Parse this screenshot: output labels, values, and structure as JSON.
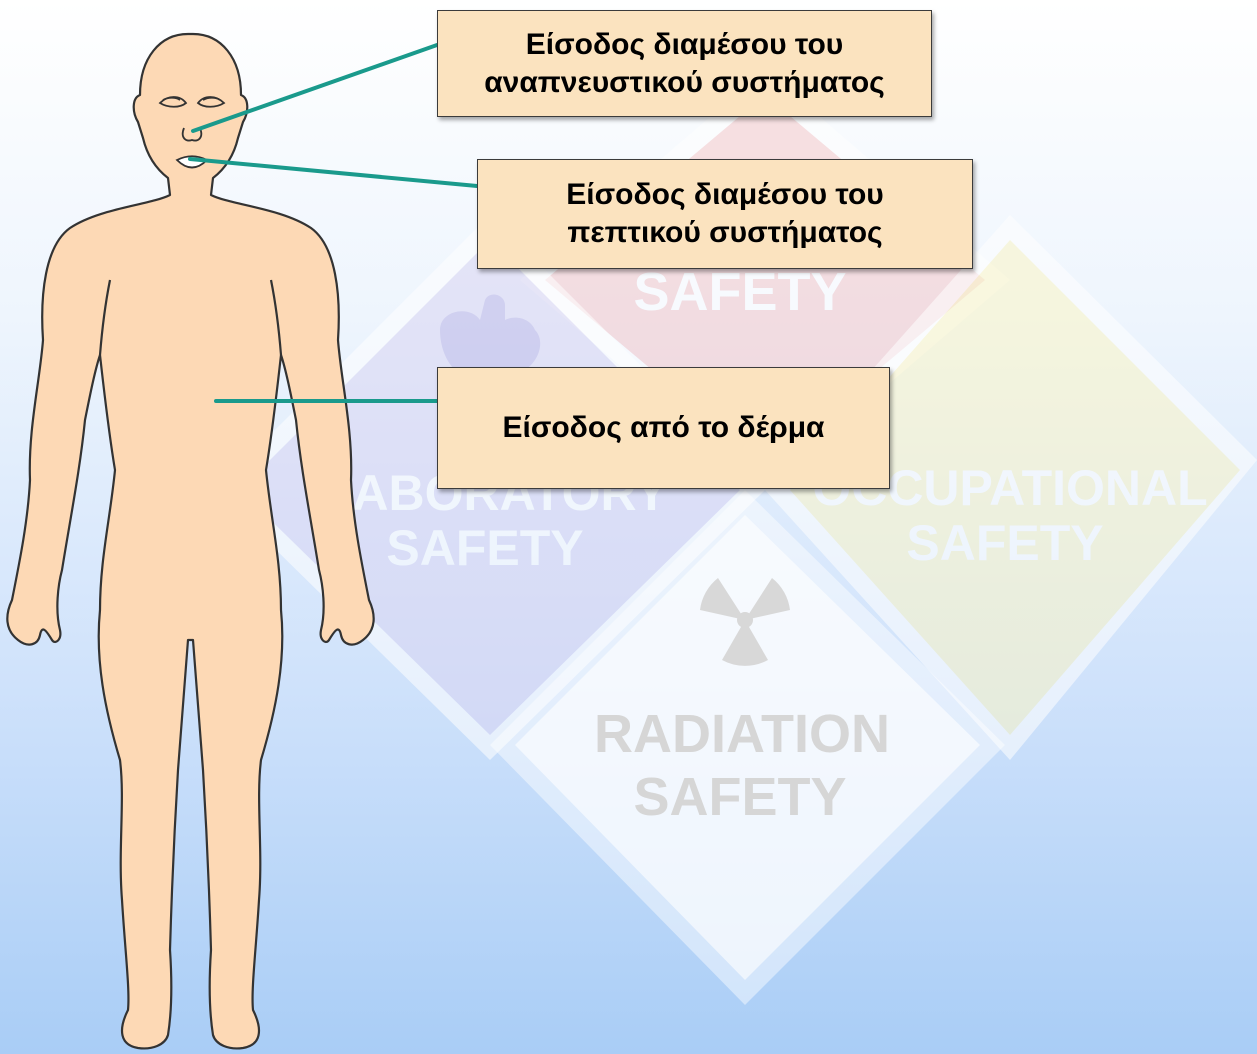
{
  "callouts": {
    "respiratory": {
      "line1": "Είσοδος διαμέσου του",
      "line2": "αναπνευστικού συστήματος"
    },
    "digestive": {
      "line1": "Είσοδος διαμέσου του",
      "line2": "πεπτικού συστήματος"
    },
    "skin": {
      "line1": "Είσοδος από το δέρμα"
    }
  },
  "watermark": {
    "top_diamond": "SAFETY",
    "left_diamond_line1": "LABORATORY",
    "left_diamond_line2": "SAFETY",
    "right_diamond_line1": "OCCUPATIONAL",
    "right_diamond_line2": "SAFETY",
    "bottom_diamond_line1": "RADIATION",
    "bottom_diamond_line2": "SAFETY"
  },
  "colors": {
    "callout_fill": "#fbe3bf",
    "leader_line": "#1a9a8c",
    "body_fill": "#fdd9b5",
    "body_outline": "#333333",
    "top_diamond": "#f6c9cb",
    "left_diamond": "#d9d5f3",
    "right_diamond": "#fbf5c6",
    "bottom_diamond": "#ffffff"
  },
  "icons": [
    "hazard-icon",
    "glove-icon",
    "radiation-icon",
    "human-body-figure"
  ]
}
